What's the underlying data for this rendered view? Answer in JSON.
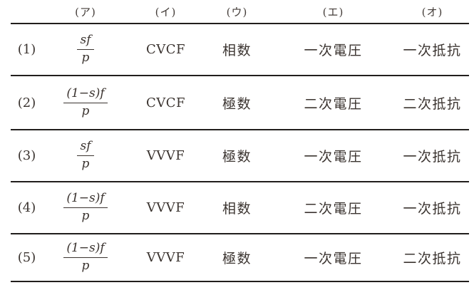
{
  "page": {
    "background_color": "#ffffff",
    "text_color": "#3b3430",
    "rule_color": "#211e1c"
  },
  "table": {
    "headers": [
      "",
      "(ア)",
      "(イ)",
      "(ウ)",
      "(エ)",
      "(オ)"
    ],
    "rows": [
      {
        "label": "(1)",
        "formula": {
          "num": "sf",
          "den": "p"
        },
        "cells": [
          "CVCF",
          "相数",
          "一次電圧",
          "一次抵抗"
        ]
      },
      {
        "label": "(2)",
        "formula": {
          "num": "(1−s)f",
          "den": "p"
        },
        "cells": [
          "CVCF",
          "極数",
          "二次電圧",
          "二次抵抗"
        ]
      },
      {
        "label": "(3)",
        "formula": {
          "num": "sf",
          "den": "p"
        },
        "cells": [
          "VVVF",
          "極数",
          "一次電圧",
          "一次抵抗"
        ]
      },
      {
        "label": "(4)",
        "formula": {
          "num": "(1−s)f",
          "den": "p"
        },
        "cells": [
          "VVVF",
          "相数",
          "二次電圧",
          "一次抵抗"
        ]
      },
      {
        "label": "(5)",
        "formula": {
          "num": "(1−s)f",
          "den": "p"
        },
        "cells": [
          "VVVF",
          "極数",
          "一次電圧",
          "二次抵抗"
        ]
      }
    ]
  }
}
